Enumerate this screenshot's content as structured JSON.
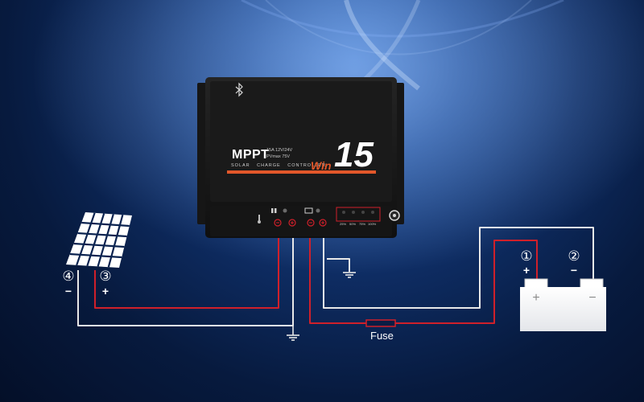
{
  "controller": {
    "brand": "MPPT",
    "spec_line_1": "15A 12V/24V",
    "spec_line_2": "PVmax 75V",
    "subtitle": "SOLAR CHARGE CONTROLLER",
    "model_prefix": "Win",
    "model_number": "15",
    "led_labels": [
      "25%",
      "50%",
      "75%",
      "100%"
    ]
  },
  "solar_panel": {
    "terminal_negative_number": "④",
    "terminal_negative_sign": "−",
    "terminal_positive_number": "③",
    "terminal_positive_sign": "+"
  },
  "battery": {
    "terminal_positive_number": "①",
    "terminal_positive_sign": "+",
    "terminal_negative_number": "②",
    "terminal_negative_sign": "−",
    "body_positive_mark": "+",
    "body_negative_mark": "−"
  },
  "fuse": {
    "label": "Fuse"
  },
  "colors": {
    "positive_wire": "#d0202a",
    "negative_wire": "#e8e8e8",
    "accent": "#e2572a",
    "controller_body": "#181818"
  }
}
